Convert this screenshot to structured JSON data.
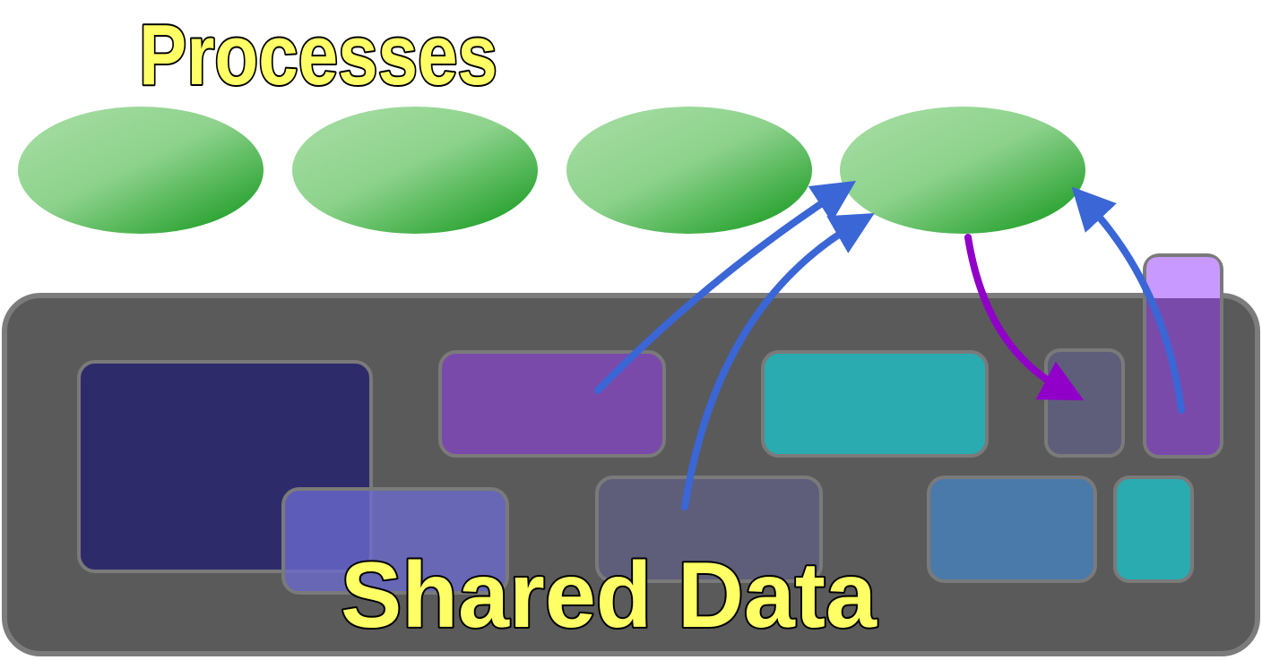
{
  "diagram": {
    "title_top": "Processes",
    "title_bottom": "Shared Data",
    "colors": {
      "label_fill": "#ffff66",
      "label_stroke": "#000000",
      "container_fill": "#5a5a5a",
      "container_stroke": "#7a7a7a",
      "process_light": "#9ad99a",
      "process_dark": "#22a02a",
      "arrow_blue": "#3a66d6",
      "arrow_purple": "#9000c8"
    },
    "processes": [
      {
        "id": "process-1"
      },
      {
        "id": "process-2"
      },
      {
        "id": "process-3"
      },
      {
        "id": "process-4"
      }
    ],
    "data_blocks": [
      {
        "id": "data-block-navy-large",
        "color": "#2e2b6b"
      },
      {
        "id": "data-block-purple",
        "color": "#7a4aab"
      },
      {
        "id": "data-block-teal",
        "color": "#2aabb0"
      },
      {
        "id": "data-block-slate-small",
        "color": "#5e5e7a"
      },
      {
        "id": "data-block-violet-tall",
        "color": "#7a4aab"
      },
      {
        "id": "data-block-blue-translucent",
        "color": "#5a5ab8"
      },
      {
        "id": "data-block-slate-wide",
        "color": "#5e5e7a"
      },
      {
        "id": "data-block-steel-blue",
        "color": "#4a7aaa"
      },
      {
        "id": "data-block-teal-small",
        "color": "#2aabb0"
      }
    ],
    "arrows": [
      {
        "id": "arrow-purple-block-to-process-4",
        "color": "blue"
      },
      {
        "id": "arrow-slate-block-to-process-4",
        "color": "blue"
      },
      {
        "id": "arrow-process-4-to-slate-small",
        "color": "purple"
      },
      {
        "id": "arrow-violet-tall-to-process-4",
        "color": "blue"
      }
    ]
  }
}
